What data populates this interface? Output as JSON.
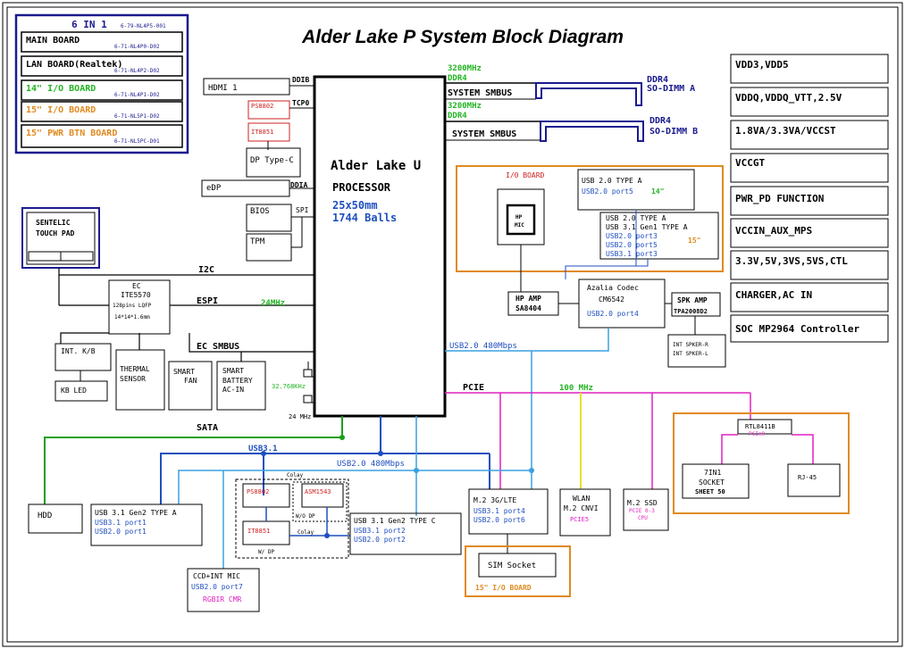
{
  "title": "Alder Lake P System Block Diagram",
  "colors": {
    "black": "#000000",
    "green": "#1aa01a",
    "blue": "#1f4fbf",
    "red": "#d02020",
    "orange": "#e08a20",
    "magenta": "#e020c0",
    "yellow": "#e8e020",
    "cyan": "#3aa0e0",
    "lightgreen": "#22b422",
    "navy": "#1a1a90"
  },
  "board_list": {
    "header": "6 IN 1",
    "header_code": "6-79-NL4P5-001",
    "main": "MAIN BOARD",
    "main_code": "6-71-NL4P0-D02",
    "lan": "LAN BOARD(Realtek)",
    "lan_code": "6-71-NL4P2-D02",
    "io14": "14\" I/O BOARD",
    "io14_code": "6-71-NL4P1-D02",
    "io15": "15\" I/O BOARD",
    "io15_code": "6-71-NL5P1-D02",
    "pwr": "15\" PWR BTN BOARD",
    "pwr_code": "6-71-NL5PC-D01"
  },
  "power_list": [
    "VDD3,VDD5",
    "VDDQ,VDDQ_VTT,2.5V",
    "1.8VA/3.3VA/VCCST",
    "VCCGT",
    "PWR_PD FUNCTION",
    "VCCIN_AUX_MPS",
    "3.3V,5V,3VS,5VS,CTL",
    "CHARGER,AC IN",
    "SOC MP2964 Controller"
  ],
  "cpu": {
    "line1": "Alder Lake U",
    "line2": "PROCESSOR",
    "line3": "25x50mm",
    "line4": "1744 Balls"
  },
  "memory": {
    "speed1": "3200MHz",
    "ddr1": "DDR4",
    "smbus1": "SYSTEM SMBUS",
    "dimm_a1": "DDR4",
    "dimm_a2": "SO-DIMM A",
    "speed2": "3200MHz",
    "ddr2": "DDR4",
    "smbus2": "SYSTEM SMBUS",
    "dimm_b1": "DDR4",
    "dimm_b2": "SO-DIMM B"
  },
  "display": {
    "hdmi": "HDMI 1",
    "ddib": "DDIB",
    "ps8802": "PS8802",
    "tcp0": "TCP0",
    "it8851": "IT8851",
    "dp": "DP Type-C",
    "edp": "eDP",
    "ddia": "DDIA"
  },
  "bios": {
    "bios": "BIOS",
    "spi": "SPI",
    "tpm": "TPM"
  },
  "touchpad": {
    "l1": "SENTELIC",
    "l2": "TOUCH PAD"
  },
  "bus": {
    "i2c": "I2C",
    "espi": "ESPI",
    "espi_speed": "24MHz",
    "ec_smbus": "EC SMBUS",
    "sata": "SATA",
    "pcie": "PCIE",
    "pcie_speed": "100 MHz",
    "usb2_480_right": "USB2.0  480Mbps",
    "usb31": "USB3.1",
    "usb2_480_bottom": "USB2.0  480Mbps",
    "xtal1": "32.768KHz",
    "xtal2": "24 MHz"
  },
  "ec": {
    "l1": "EC",
    "l2": "ITE5570",
    "l3": "128pins LQFP",
    "l4": "14*14*1.6mm"
  },
  "ec_periph": {
    "kb": "INT. K/B",
    "kbled": "KB LED",
    "thermal1": "THERMAL",
    "thermal2": "SENSOR",
    "fan1": "SMART",
    "fan2": "FAN",
    "batt1": "SMART",
    "batt2": "BATTERY",
    "batt3": "AC-IN"
  },
  "io_board": {
    "label": "I/O BOARD",
    "hpmic1": "HP",
    "hpmic2": "MIC",
    "usb20a_1": "USB 2.0 TYPE A",
    "usb20a_2": "USB2.0 port5",
    "usb20a_3": "14\"",
    "usb20b_1": "USB 2.0 TYPE A",
    "usb20b_2": "USB 3.1 Gen1 TYPE A",
    "usb20b_3": "USB2.0 port3",
    "usb20b_4": "USB2.0 port5",
    "usb20b_5": "USB3.1 port3",
    "usb20b_6": "15\""
  },
  "audio": {
    "hpamp1": "HP AMP",
    "hpamp2": "SA8404",
    "codec1": "Azalia Codec",
    "codec2": "CM6542",
    "codec3": "USB2.0 port4",
    "spk1": "SPK AMP",
    "spk2": "TPA2008D2",
    "spkr1": "INT SPKER-R",
    "spkr2": "INT SPKER-L"
  },
  "lan": {
    "rtl1": "RTL8411B",
    "rtl2": "PCIe9",
    "sock1": "7IN1",
    "sock2": "SOCKET",
    "sock3": "SHEET 50",
    "rj45": "RJ-45"
  },
  "hdd": "HDD",
  "usb31a": {
    "l1": "USB 3.1 Gen2 TYPE A",
    "l2": "USB3.1 port1",
    "l3": "USB2.0 port1"
  },
  "typec": {
    "colay1": "Colay",
    "ps8802": "PS8802",
    "asm1543": "ASM1543",
    "wo_dp": "W/O DP",
    "it8851": "IT8851",
    "colay2": "Colay",
    "w_dp": "W/ DP",
    "l1": "USB 3.1 Gen2 TYPE C",
    "l2": "USB3.1 port2",
    "l3": "USB2.0 port2"
  },
  "cam": {
    "l1": "CCD+INT MIC",
    "l2": "USB2.0 port7",
    "l3": "RGBIR CMR"
  },
  "m2_lte": {
    "l1": "M.2 3G/LTE",
    "l2": "USB3.1 port4",
    "l3": "USB2.0 port6"
  },
  "sim": {
    "l1": "SIM Socket",
    "l2": "15\" I/O BOARD"
  },
  "wlan": {
    "l1": "WLAN",
    "l2": "M.2 CNVI",
    "l3": "PCIE5"
  },
  "ssd": {
    "l1": "M.2 SSD",
    "l2": "PCIE 0-3",
    "l3": "CPU"
  }
}
